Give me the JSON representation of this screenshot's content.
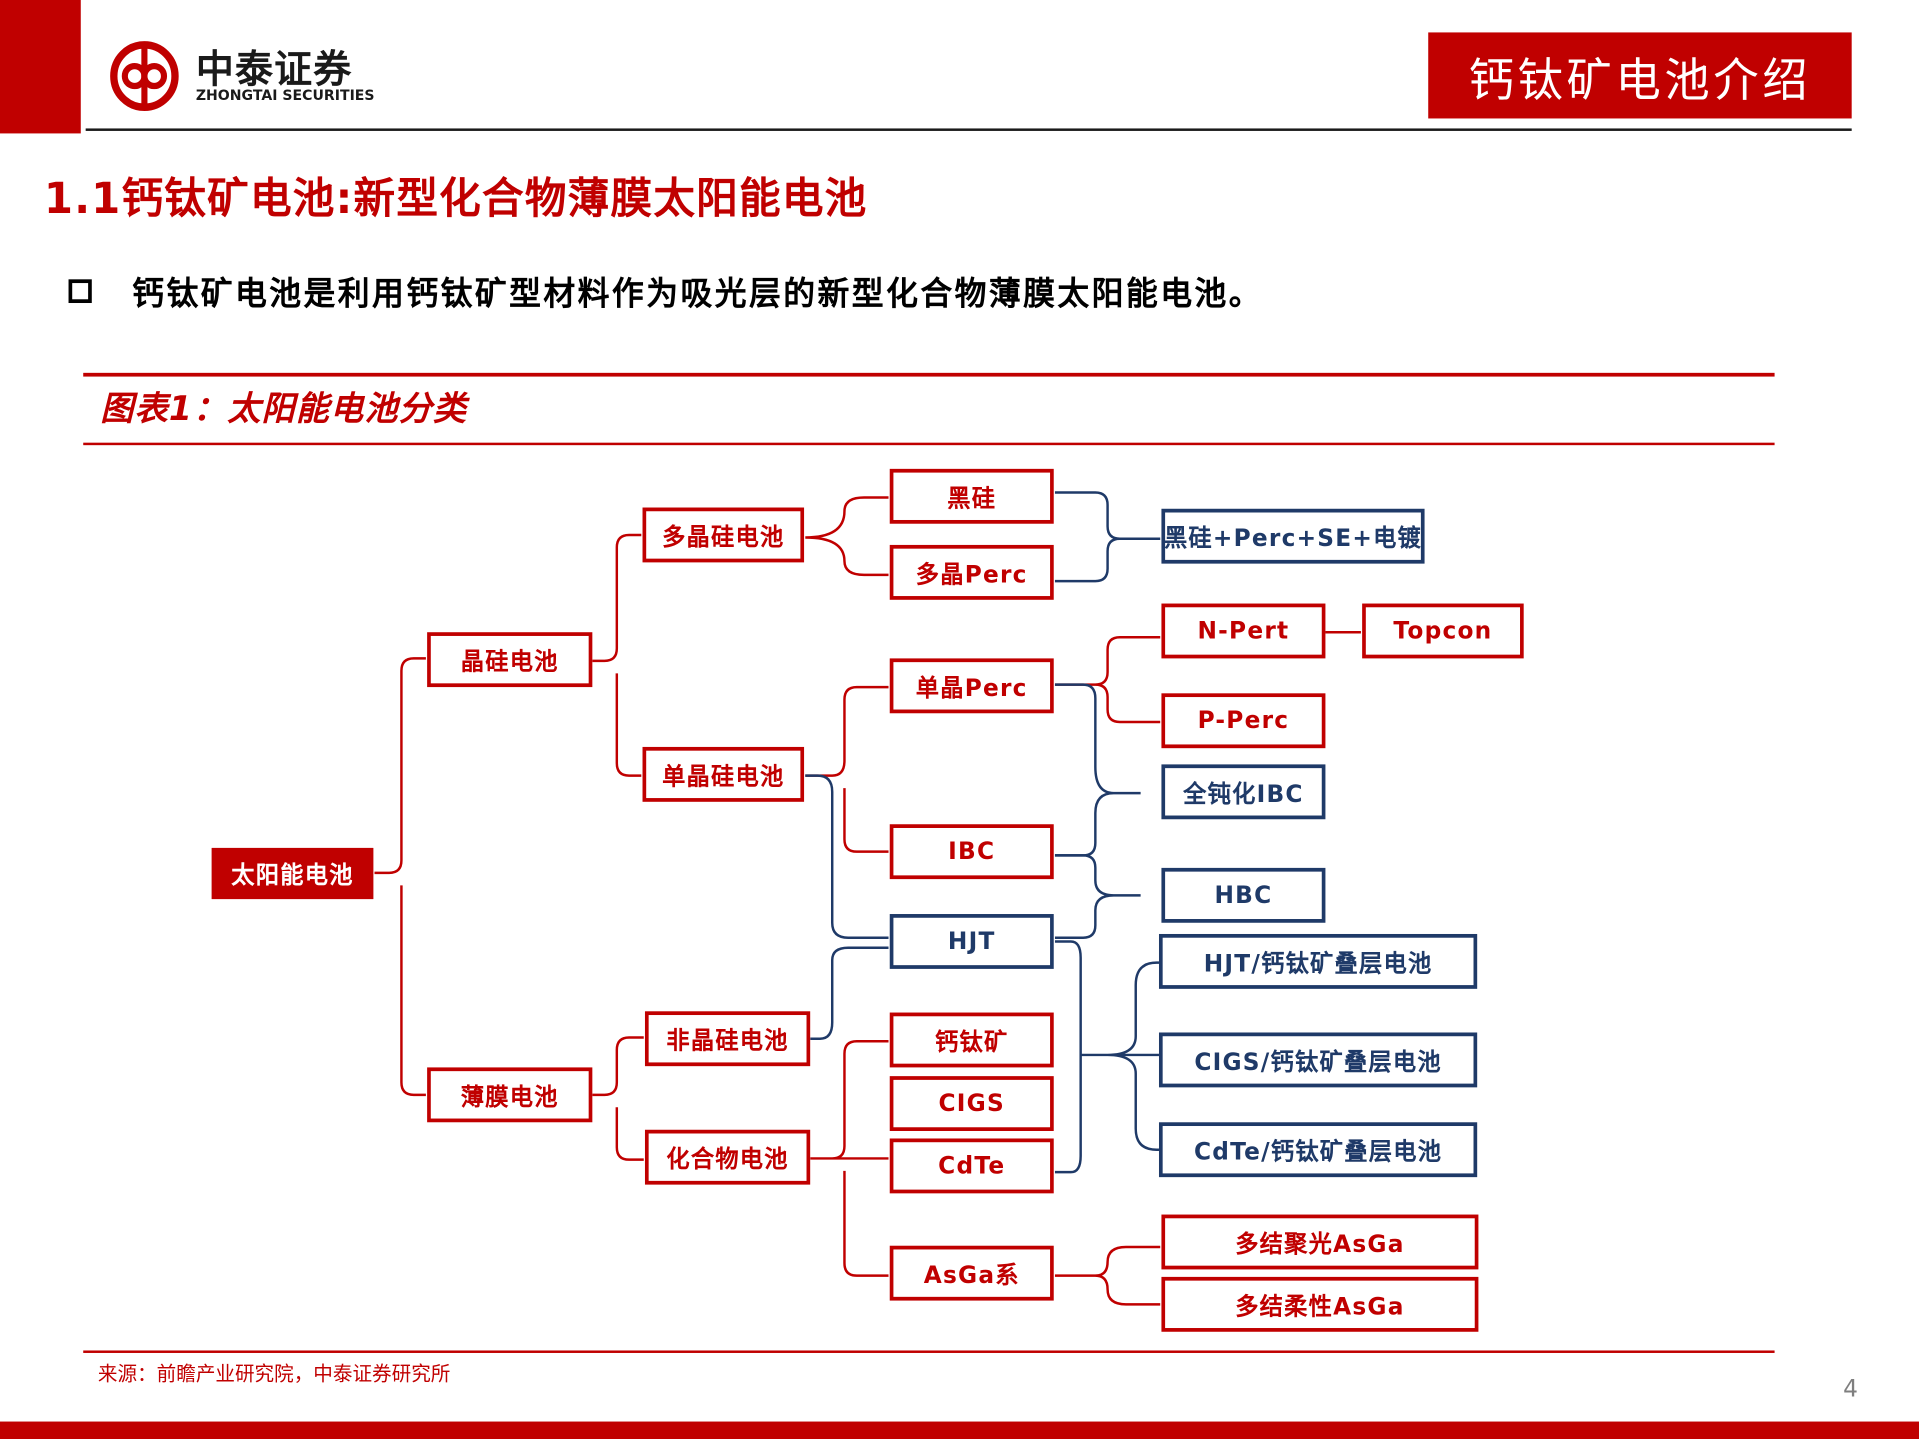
{
  "header": {
    "logo_cn": "中泰证券",
    "logo_en": "ZHONGTAI SECURITIES",
    "title": "钙钛矿电池介绍"
  },
  "section_title": "1.1钙钛矿电池:新型化合物薄膜太阳能电池",
  "bullet_text": "钙钛矿电池是利用钙钛矿型材料作为吸光层的新型化合物薄膜太阳能电池。",
  "figure": {
    "caption": "图表1：太阳能电池分类",
    "nodes": {
      "solar_cell": "太阳能电池",
      "crystalline_si": "晶硅电池",
      "thin_film": "薄膜电池",
      "poly_si": "多晶硅电池",
      "mono_si": "单晶硅电池",
      "amorphous_si": "非晶硅电池",
      "compound": "化合物电池",
      "black_si": "黑硅",
      "poly_perc": "多晶Perc",
      "black_si_combo": "黑硅+Perc+SE+电镀",
      "mono_perc": "单晶Perc",
      "n_pert": "N-Pert",
      "topcon": "Topcon",
      "p_perc": "P-Perc",
      "full_passivation_ibc": "全钝化IBC",
      "ibc": "IBC",
      "hbc": "HBC",
      "hjt": "HJT",
      "hjt_tandem": "HJT/钙钛矿叠层电池",
      "perovskite": "钙钛矿",
      "cigs": "CIGS",
      "cigs_tandem": "CIGS/钙钛矿叠层电池",
      "cdte": "CdTe",
      "cdte_tandem": "CdTe/钙钛矿叠层电池",
      "asga": "AsGa系",
      "multi_conc_asga": "多结聚光AsGa",
      "multi_flex_asga": "多结柔性AsGa"
    }
  },
  "source": "来源：前瞻产业研究院，中泰证券研究所",
  "page_number": "4",
  "colors": {
    "brand_red": "#c00000",
    "navy": "#1f3a68"
  }
}
